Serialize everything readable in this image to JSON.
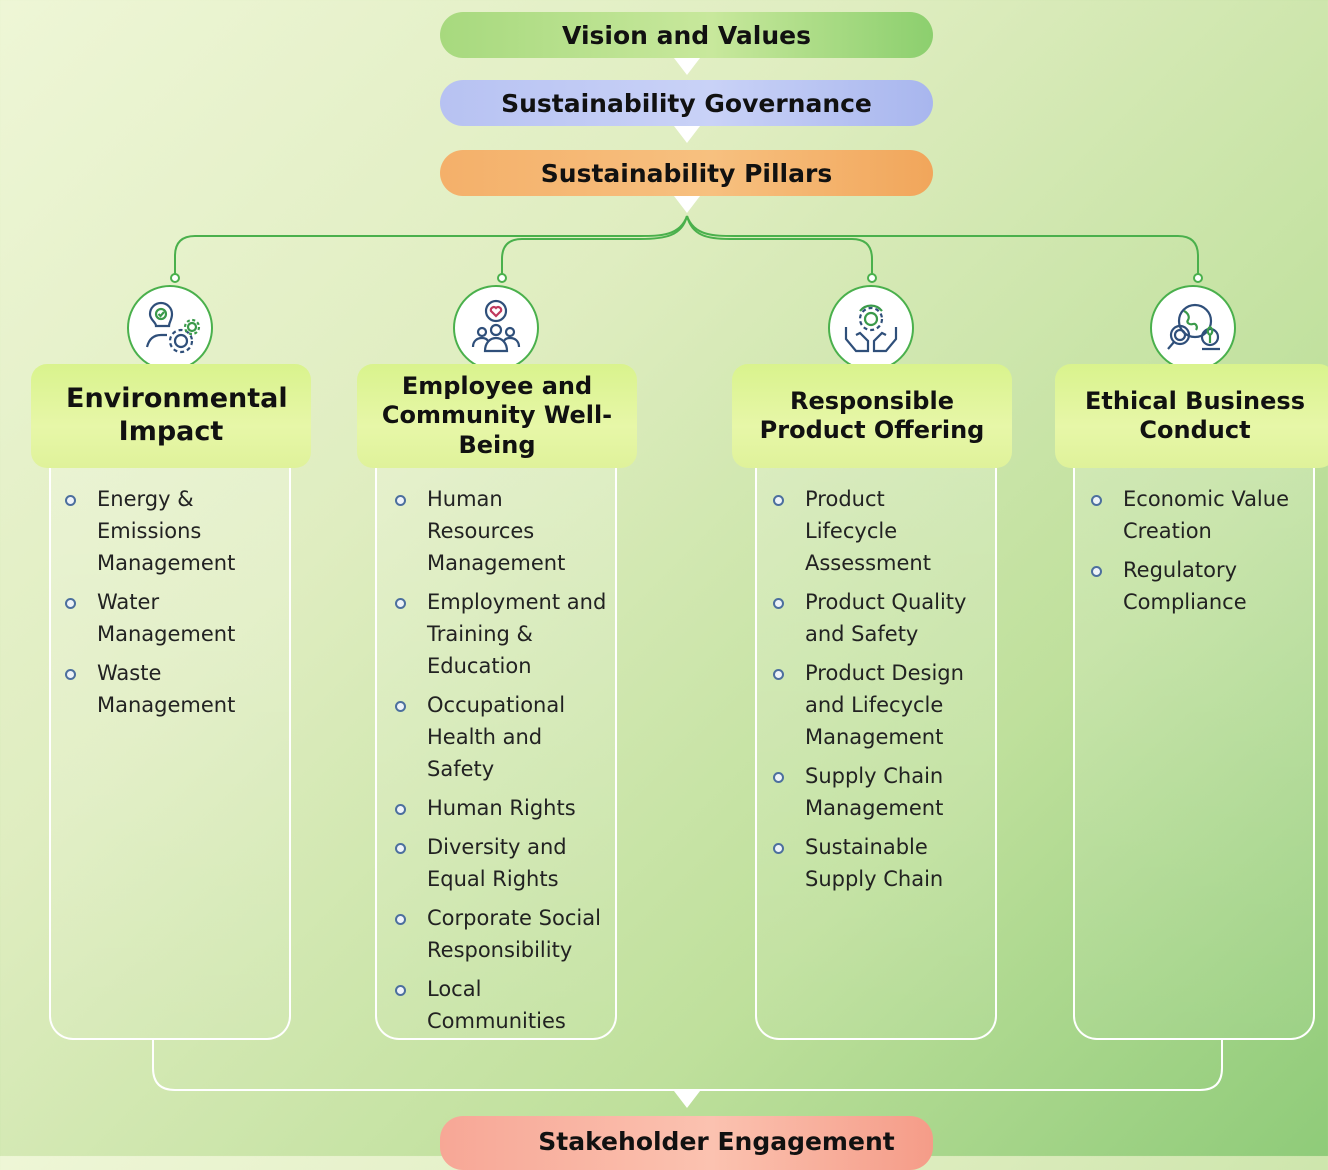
{
  "top_bands": {
    "vision": "Vision and Values",
    "governance": "Sustainability Governance",
    "pillars": "Sustainability Pillars"
  },
  "bottom_band": "Stakeholder Engagement",
  "colors": {
    "connector": "#4ab04c",
    "vision_band": "#a7d97e",
    "governance_band": "#b7c2f2",
    "pillars_band": "#f4b06a",
    "stakeholder_band": "#f7a796",
    "pillar_header": "#dff29a"
  },
  "pillars": [
    {
      "title": "Environmental Impact",
      "icon": "person-gears-icon",
      "items": [
        "Energy & Emissions Management",
        "Water Management",
        "Waste Management"
      ]
    },
    {
      "title": "Employee and Community Well-Being",
      "icon": "community-heart-icon",
      "items": [
        "Human Resources Management",
        "Employment and Training & Education",
        "Occupational Health and Safety",
        "Human Rights",
        "Diversity and Equal Rights",
        "Corporate Social Responsibility",
        "Local Communities"
      ]
    },
    {
      "title": "Responsible Product Offering",
      "icon": "hands-gear-icon",
      "items": [
        "Product Lifecycle Assessment",
        "Product Quality and Safety",
        "Product Design and Lifecycle Management",
        "Supply Chain Management",
        "Sustainable Supply Chain"
      ]
    },
    {
      "title": "Ethical Business Conduct",
      "icon": "globe-magnifier-icon",
      "items": [
        "Economic Value Creation",
        "Regulatory Compliance"
      ]
    }
  ]
}
